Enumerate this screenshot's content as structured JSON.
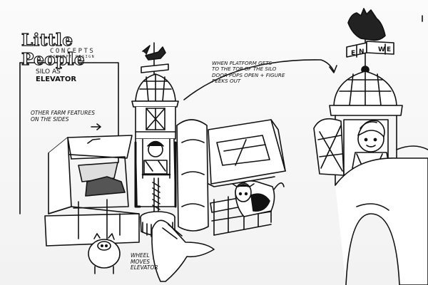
{
  "logo": {
    "main": "Little People",
    "sub": "CONCEPTS",
    "tagline": "CONCEPT DESIGN"
  },
  "notes": {
    "silo_title": [
      "SILO AS",
      "ELEVATOR"
    ],
    "other_features": [
      "OTHER FARM FEATURES",
      "ON THE SIDES"
    ],
    "platform": [
      "WHEN PLATFORM GETS",
      "TO THE TOP OF THE SILO",
      "DOOR POPS OPEN + FIGURE",
      "PEEKS OUT"
    ],
    "wheel": [
      "WHEEL",
      "MOVES",
      "ELEVATOR"
    ]
  },
  "weathervane_signs": {
    "left": [
      "E",
      "N"
    ],
    "right": [
      "W",
      "E"
    ]
  },
  "colors": {
    "ink": "#111111",
    "paper": "#ffffff",
    "shade": "#9a9a9a"
  }
}
